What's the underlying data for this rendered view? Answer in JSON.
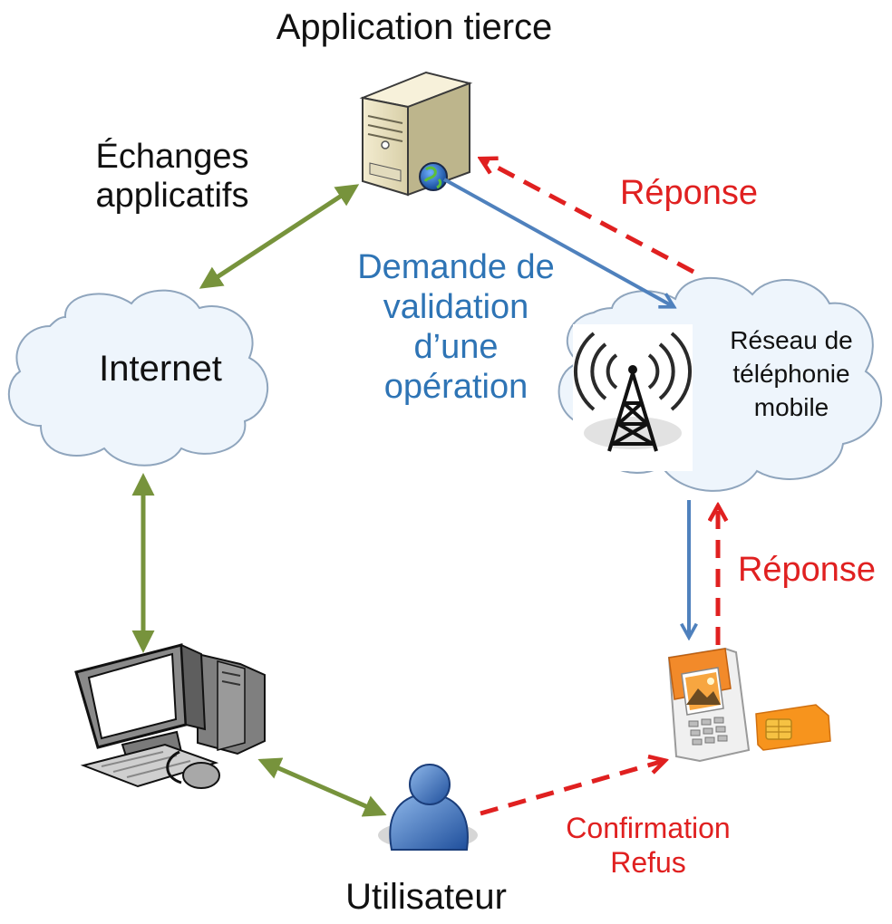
{
  "nodes": {
    "server": {
      "label": "Application tierce",
      "icon": "server-icon"
    },
    "internet": {
      "label": "Internet",
      "icon": "cloud-icon"
    },
    "mobile_network": {
      "label_lines": [
        "Réseau de",
        "téléphonie",
        "mobile"
      ],
      "icon": "antenna-tower-icon"
    },
    "computer": {
      "icon": "desktop-computer-icon"
    },
    "phone": {
      "icon": "mobile-phone-icon",
      "sim_icon": "sim-card-icon"
    },
    "user": {
      "label": "Utilisateur",
      "icon": "user-icon"
    }
  },
  "edges": {
    "app_exchanges": {
      "label_lines": [
        "Échanges",
        "applicatifs"
      ],
      "color": "#77933c",
      "style": "solid-bidirectional"
    },
    "validation_request": {
      "label_lines": [
        "Demande de",
        "validation",
        "d’une",
        "opération"
      ],
      "color": "#4f81bd",
      "style": "solid"
    },
    "response_to_server": {
      "label": "Réponse",
      "color": "#e02020",
      "style": "dashed"
    },
    "response_to_network": {
      "label": "Réponse",
      "color": "#e02020",
      "style": "dashed"
    },
    "user_to_phone": {
      "label_lines": [
        "Confirmation",
        "Refus"
      ],
      "color": "#e02020",
      "style": "dashed"
    }
  },
  "colors": {
    "green_arrow": "#77933c",
    "blue_arrow": "#4f81bd",
    "blue_text": "#2e74b5",
    "red": "#e02020",
    "cloud_fill": "#eef5fc",
    "cloud_stroke": "#8fa5bd"
  }
}
